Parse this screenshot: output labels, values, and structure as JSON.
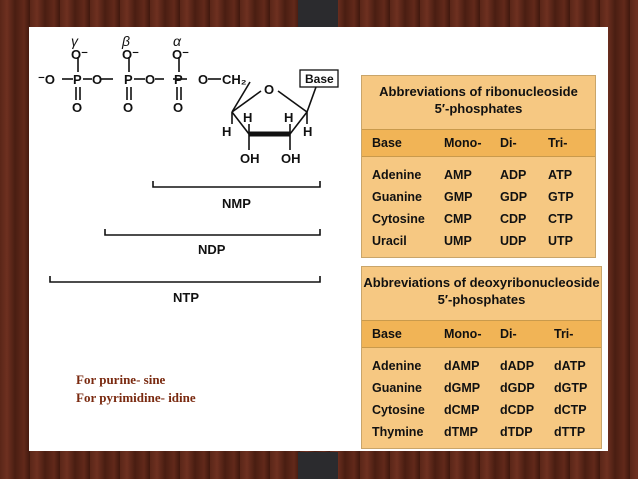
{
  "structure": {
    "greek": [
      "γ",
      "β",
      "α"
    ],
    "o_minus": "O⁻",
    "o_label": "O",
    "p_label": "P",
    "ch2": "CH₂",
    "ring_o": "O",
    "h": "H",
    "oh": "OH",
    "base_box": "Base",
    "leading_minus_o": "⁻O",
    "brackets": [
      "NMP",
      "NDP",
      "NTP"
    ]
  },
  "ribo_table": {
    "title_line1": "Abbreviations of ribonucleoside",
    "title_line2": "5′-phosphates",
    "headers": [
      "Base",
      "Mono-",
      "Di-",
      "Tri-"
    ],
    "rows": [
      [
        "Adenine",
        "AMP",
        "ADP",
        "ATP"
      ],
      [
        "Guanine",
        "GMP",
        "GDP",
        "GTP"
      ],
      [
        "Cytosine",
        "CMP",
        "CDP",
        "CTP"
      ],
      [
        "Uracil",
        "UMP",
        "UDP",
        "UTP"
      ]
    ]
  },
  "deoxy_table": {
    "title_line1": "Abbreviations of deoxyribonucleoside",
    "title_line2": "5′-phosphates",
    "headers": [
      "Base",
      "Mono-",
      "Di-",
      "Tri-"
    ],
    "rows": [
      [
        "Adenine",
        "dAMP",
        "dADP",
        "dATP"
      ],
      [
        "Guanine",
        "dGMP",
        "dGDP",
        "dGTP"
      ],
      [
        "Cytosine",
        "dCMP",
        "dCDP",
        "dCTP"
      ],
      [
        "Thymine",
        "dTMP",
        "dTDP",
        "dTTP"
      ]
    ]
  },
  "notes": [
    "For purine- sine",
    "For pyrimidine- idine"
  ],
  "colors": {
    "table_bg": "#f6c882",
    "header_bg": "#f1b456",
    "note": "#7a2a10"
  }
}
